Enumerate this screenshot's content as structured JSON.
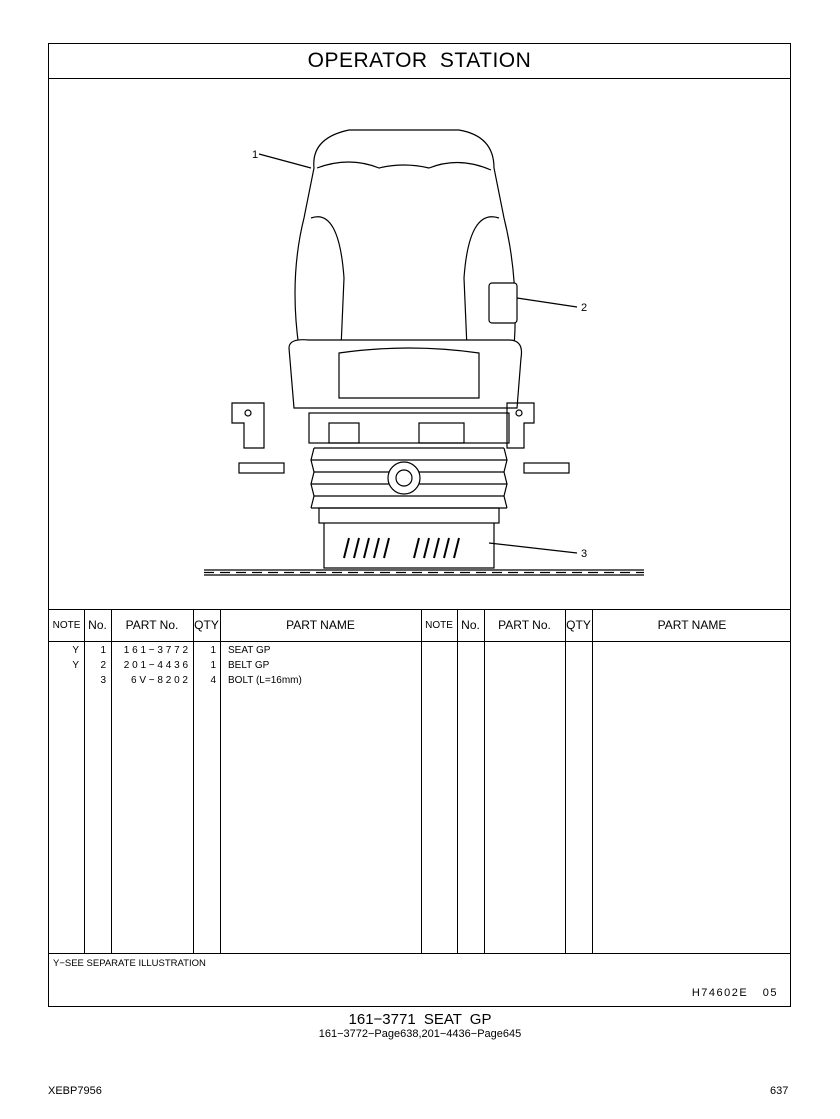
{
  "title": "OPERATOR STATION",
  "callouts": [
    "1",
    "2",
    "3"
  ],
  "table": {
    "headers": [
      "NOTE",
      "No.",
      "PART No.",
      "QTY",
      "PART NAME",
      "NOTE",
      "No.",
      "PART No.",
      "QTY",
      "PART NAME"
    ],
    "rows": [
      {
        "note": "Y",
        "no": "1",
        "part_no": "1 6 1 − 3 7 7 2",
        "qty": "1",
        "name": "SEAT GP"
      },
      {
        "note": "Y",
        "no": "2",
        "part_no": "2 0 1 − 4 4 3 6",
        "qty": "1",
        "name": "BELT GP"
      },
      {
        "note": "",
        "no": "3",
        "part_no": "6 V − 8 2 0 2",
        "qty": "4",
        "name": "BOLT (L=16mm)"
      }
    ]
  },
  "footnote": "Y−SEE SEPARATE ILLUSTRATION",
  "illustration_id": "H74602E   05",
  "caption": {
    "title": "161−3771  SEAT  GP",
    "subtitle": "161−3772−Page638,201−4436−Page645"
  },
  "footer": {
    "doc": "XEBP7956",
    "page": "637"
  }
}
